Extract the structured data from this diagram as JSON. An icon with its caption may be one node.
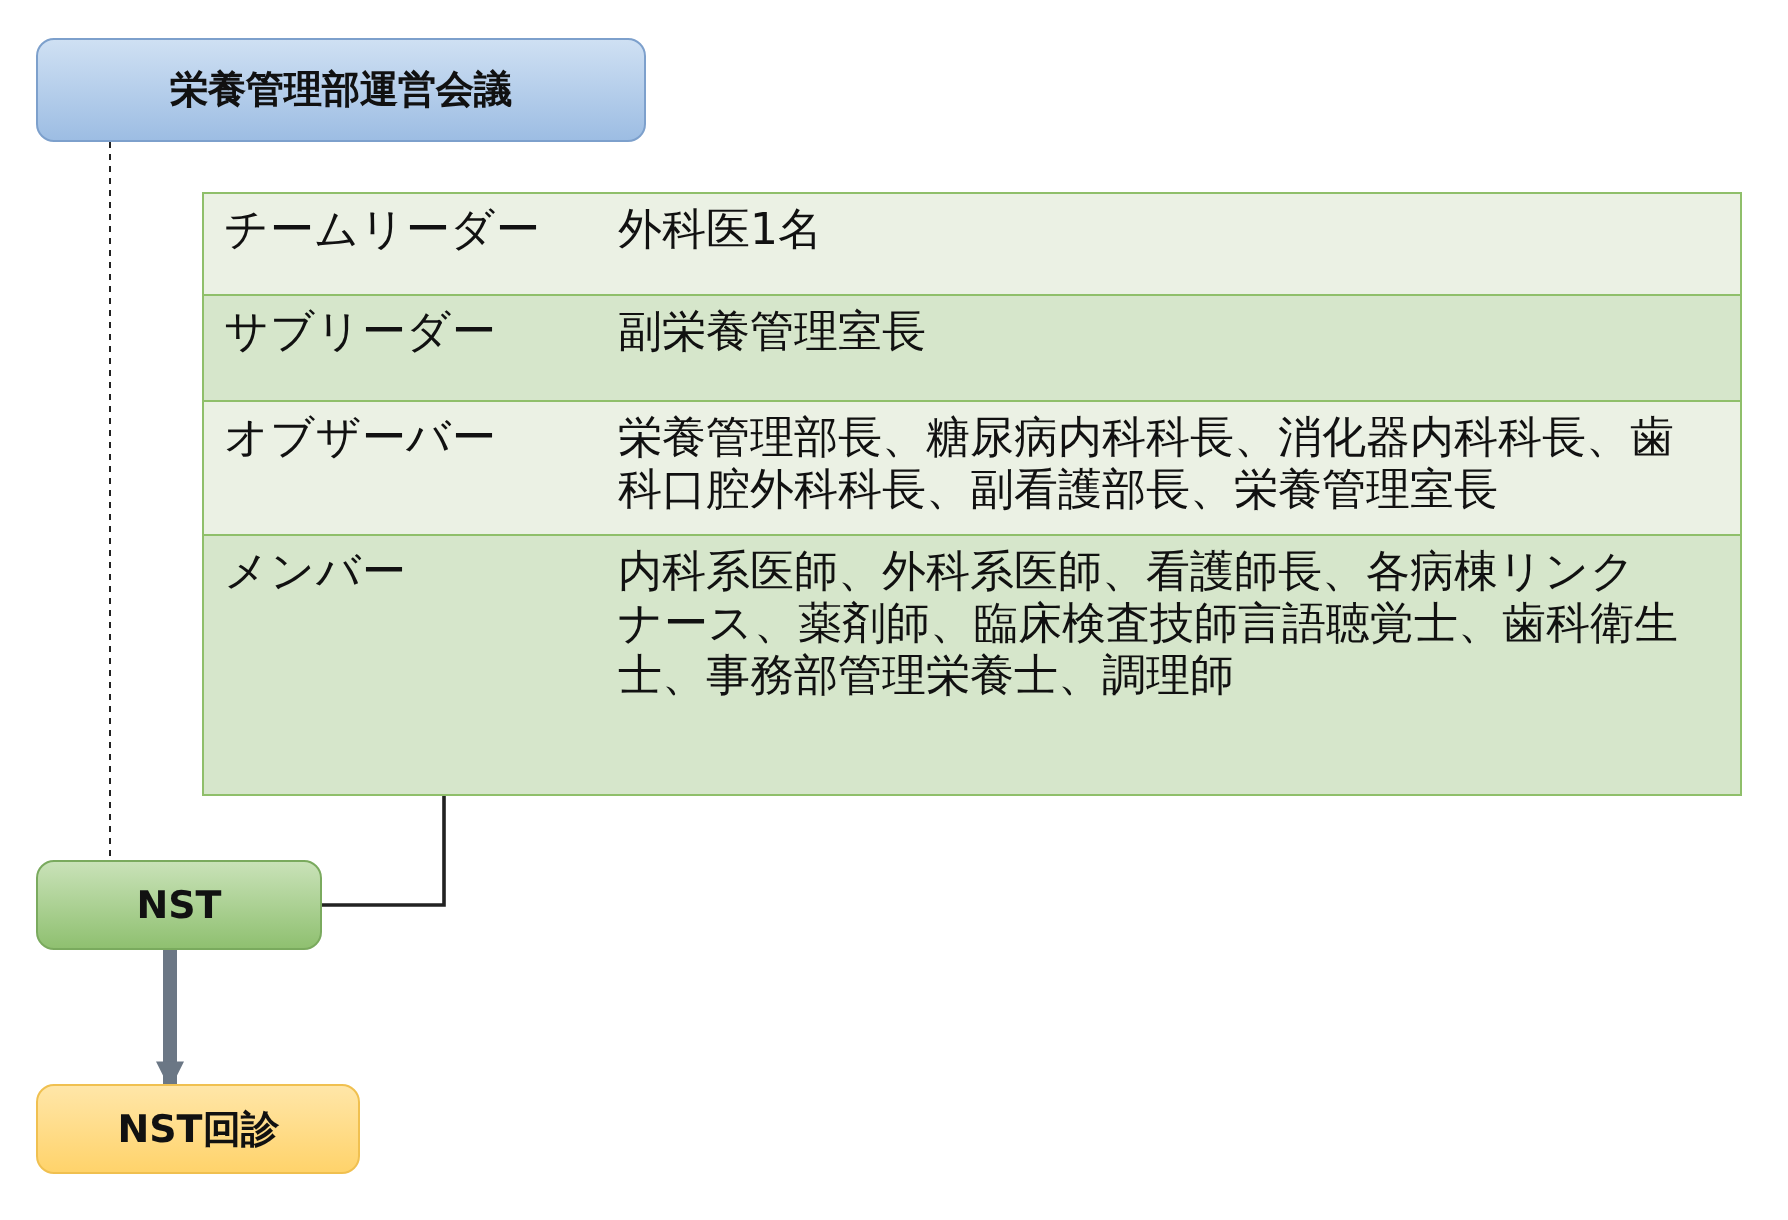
{
  "diagram": {
    "nodes": [
      {
        "text": [
          "栄養管理部運営会議"
        ]
      },
      {
        "text": [],
        "shape": "box"
      },
      {
        "text": [
          "チームリーダー",
          "外科医1名"
        ],
        "in": 1
      },
      {
        "text": [
          "サブリーダー",
          "副栄養管理室長"
        ],
        "in": 1
      },
      {
        "text": [
          "オブザーバー",
          "栄養管理部長、糖尿病内科科長、消化器内科科長、歯科口腔外科科長、副看護部長、栄養管理室長"
        ],
        "in": 1
      },
      {
        "text": [
          "メンバー",
          "内科系医師、外科系医師、看護師長、各病棟リンクナース、薬剤師、臨床検査技師言語聴覚士、歯科衛生士、事務部管理栄養士、調理師"
        ],
        "in": 1
      },
      {
        "text": [
          "NST"
        ]
      },
      {
        "text": [
          "NST回診"
        ]
      }
    ],
    "edges": [
      {
        "from": 0,
        "to": 6,
        "arrow": "none",
        "style": "dashed"
      },
      {
        "from": 6,
        "to": 1,
        "arrow": "none"
      },
      {
        "from": 6,
        "to": 7,
        "arrow": "to",
        "style": "thick",
        "color": "#6b7785"
      }
    ]
  }
}
